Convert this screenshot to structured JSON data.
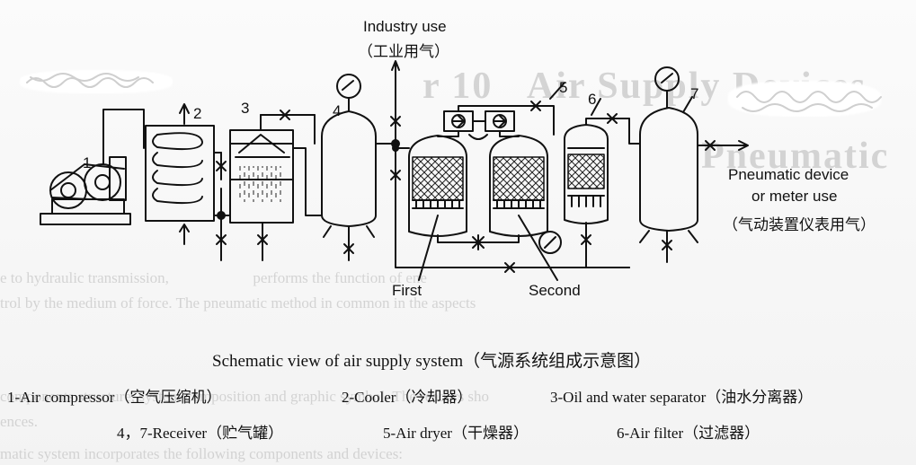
{
  "diagram": {
    "top_label_en": "Industry use",
    "top_label_cn": "（工业用气）",
    "right_label_line1": "Pneumatic device",
    "right_label_line2": "or meter use",
    "right_label_cn": "（气动装置仪表用气）",
    "dryer_first": "First",
    "dryer_second": "Second",
    "numbers": [
      "1",
      "2",
      "3",
      "4",
      "5",
      "6",
      "7"
    ]
  },
  "caption": {
    "title": "Schematic view of air supply system（气源系统组成示意图）",
    "legend_row1": [
      "1-Air compressor（空气压缩机）",
      "2-Cooler（冷却器）",
      "3-Oil and water separator（油水分离器）"
    ],
    "legend_row2": [
      "4，7-Receiver（贮气罐）",
      "5-Air dryer（干燥器）",
      "6-Air filter（过滤器）"
    ]
  }
}
